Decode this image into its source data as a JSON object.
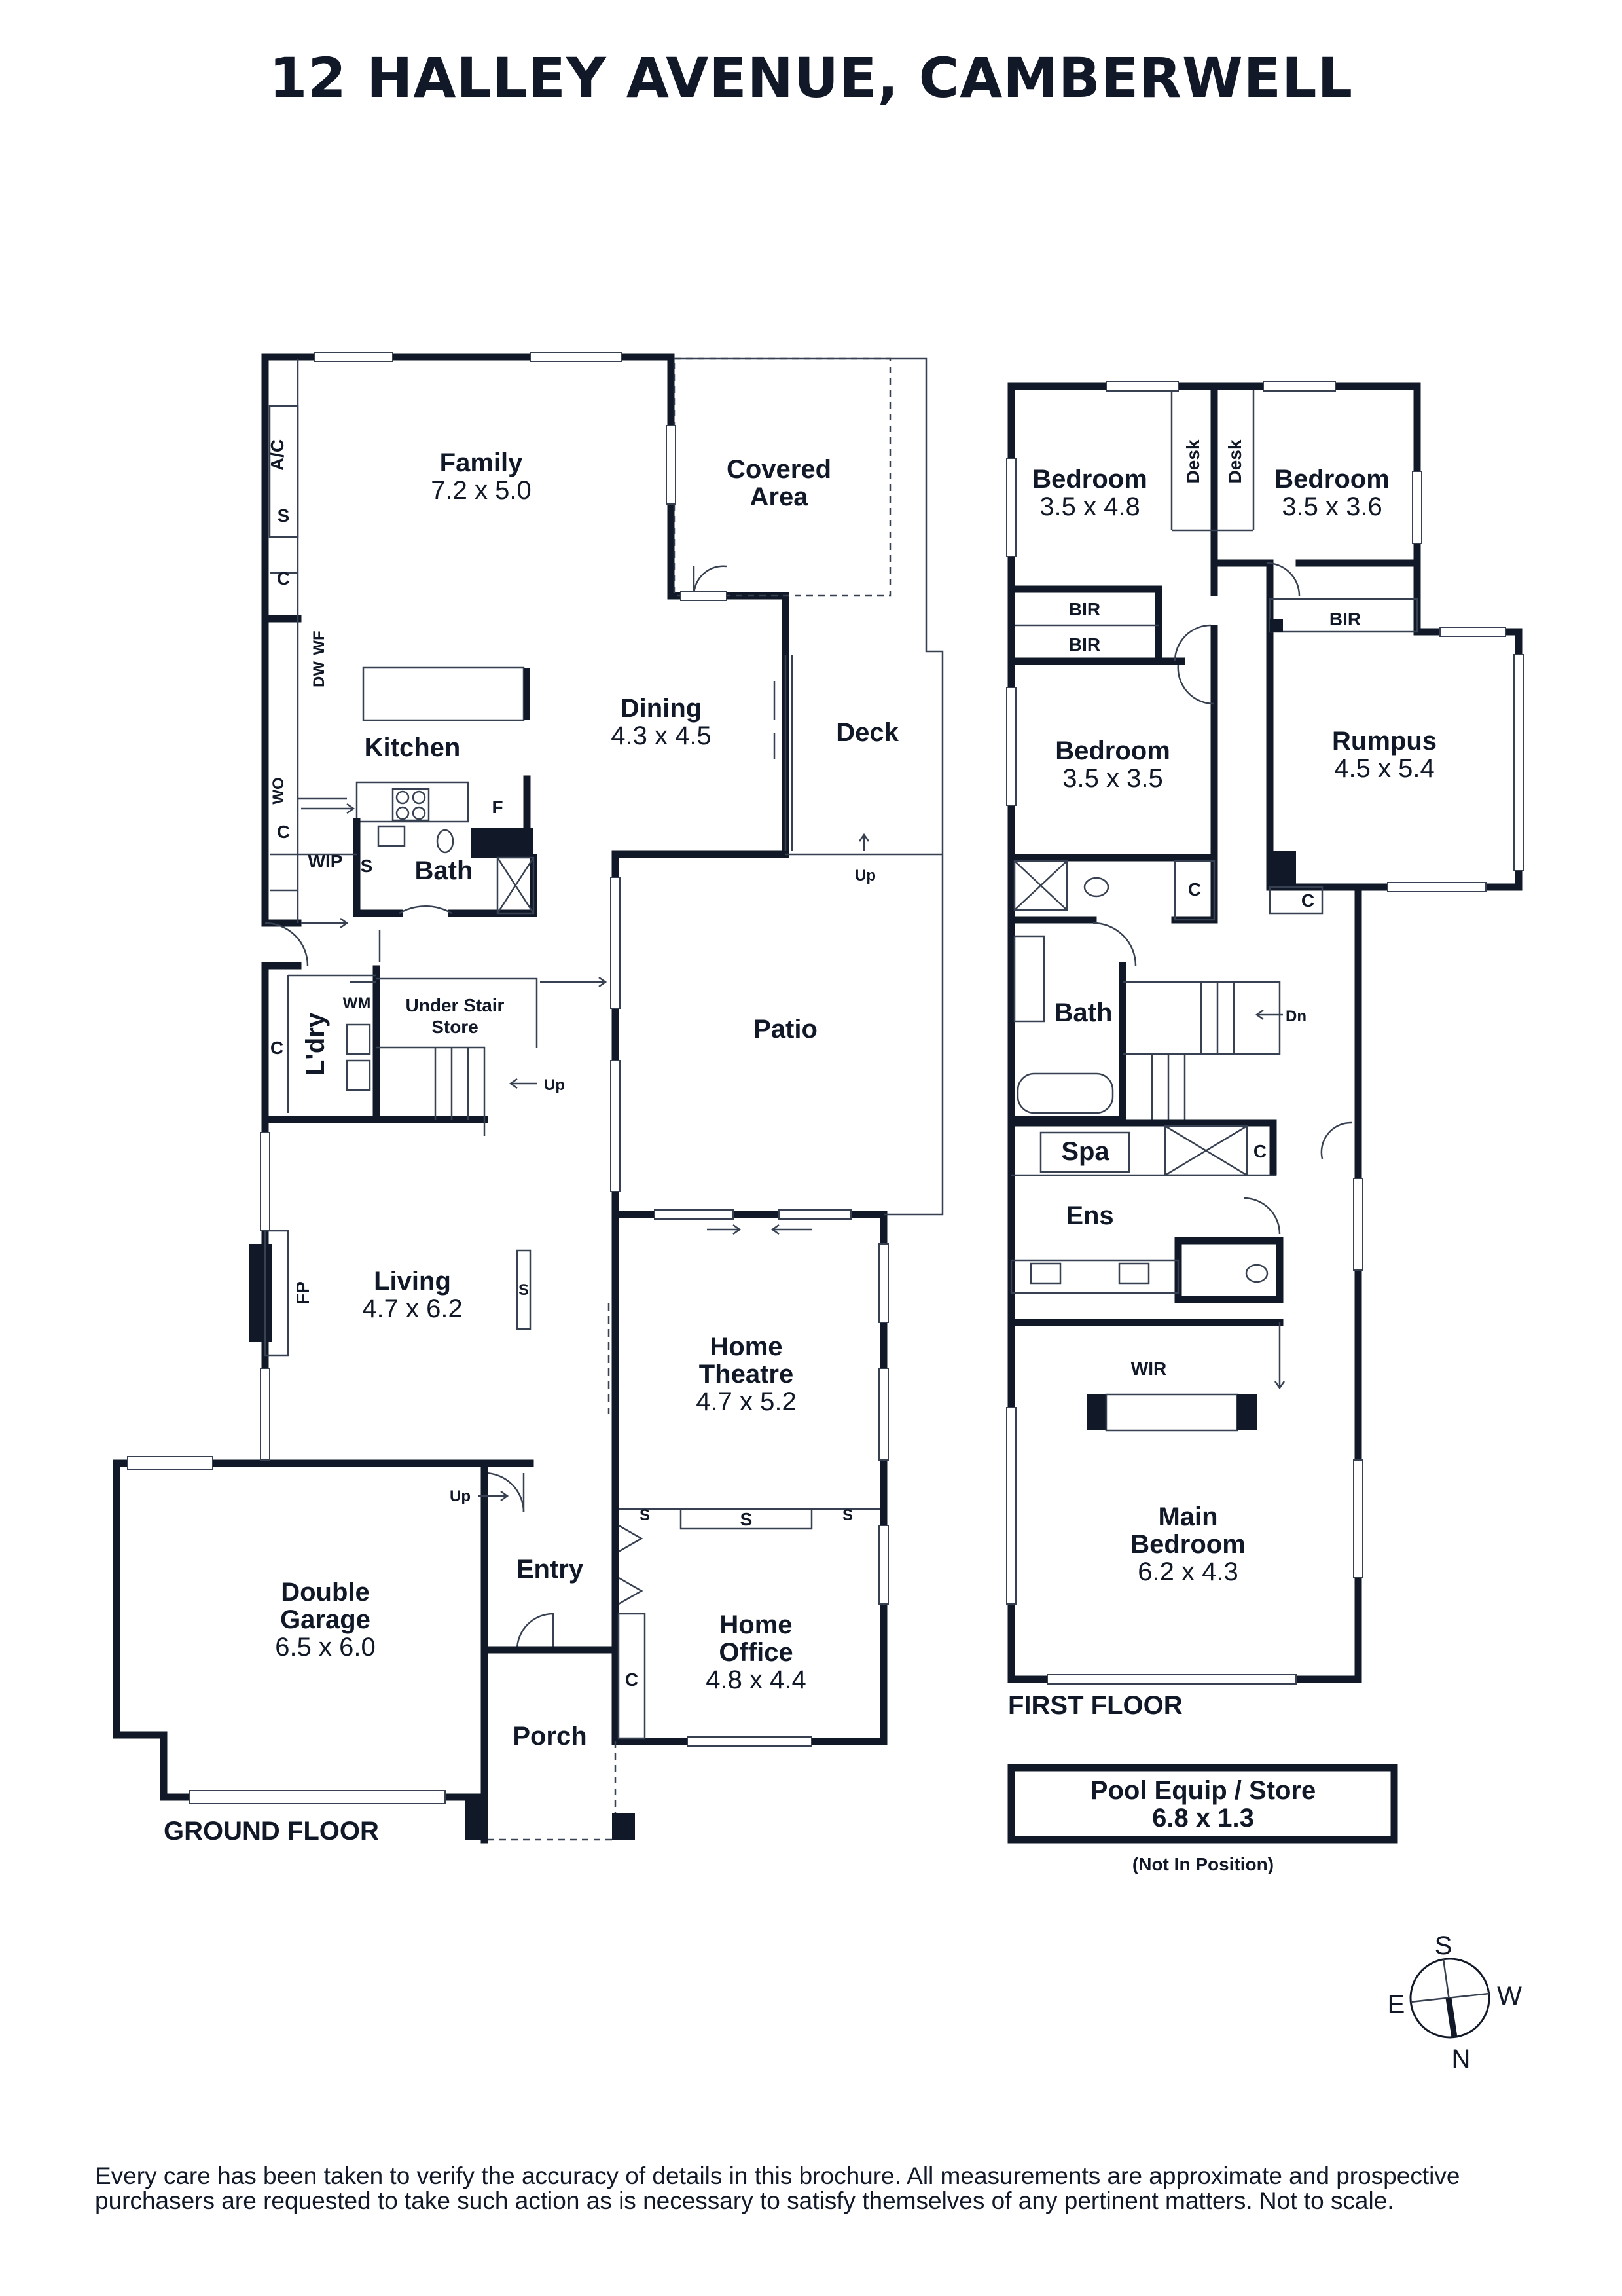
{
  "title": "12 HALLEY AVENUE, CAMBERWELL",
  "ground_floor": {
    "label": "GROUND FLOOR",
    "rooms": {
      "family": {
        "name": "Family",
        "dims": "7.2 x 5.0"
      },
      "covered_area": {
        "name1": "Covered",
        "name2": "Area"
      },
      "dining": {
        "name": "Dining",
        "dims": "4.3 x 4.5"
      },
      "deck": {
        "name": "Deck"
      },
      "kitchen": {
        "name": "Kitchen"
      },
      "wip": {
        "name": "WIP"
      },
      "bath": {
        "name": "Bath"
      },
      "laundry": {
        "name": "L'dry"
      },
      "under_stair": {
        "name1": "Under Stair",
        "name2": "Store"
      },
      "patio": {
        "name": "Patio"
      },
      "living": {
        "name": "Living",
        "dims": "4.7 x 6.2"
      },
      "home_theatre": {
        "name1": "Home",
        "name2": "Theatre",
        "dims": "4.7 x 5.2"
      },
      "double_garage": {
        "name1": "Double",
        "name2": "Garage",
        "dims": "6.5 x 6.0"
      },
      "entry": {
        "name": "Entry"
      },
      "home_office": {
        "name1": "Home",
        "name2": "Office",
        "dims": "4.8 x 4.4"
      },
      "porch": {
        "name": "Porch"
      }
    },
    "fixtures": {
      "ac": "A/C",
      "s": "S",
      "c": "C",
      "dw": "DW",
      "wf": "WF",
      "wo": "WO",
      "f": "F",
      "wm": "WM",
      "fp": "FP",
      "up": "Up"
    }
  },
  "first_floor": {
    "label": "FIRST FLOOR",
    "rooms": {
      "bedroom1": {
        "name": "Bedroom",
        "dims": "3.5 x 4.8"
      },
      "bedroom2": {
        "name": "Bedroom",
        "dims": "3.5 x 3.6"
      },
      "bedroom3": {
        "name": "Bedroom",
        "dims": "3.5 x 3.5"
      },
      "rumpus": {
        "name": "Rumpus",
        "dims": "4.5 x 5.4"
      },
      "bath": {
        "name": "Bath"
      },
      "spa": {
        "name": "Spa"
      },
      "ens": {
        "name": "Ens"
      },
      "wir": {
        "name": "WIR"
      },
      "main_bedroom": {
        "name1": "Main",
        "name2": "Bedroom",
        "dims": "6.2 x 4.3"
      }
    },
    "fixtures": {
      "desk": "Desk",
      "bir": "BIR",
      "c": "C",
      "dn": "Dn"
    }
  },
  "pool_store": {
    "name": "Pool Equip / Store",
    "dims": "6.8 x 1.3",
    "note": "(Not In Position)"
  },
  "compass": {
    "n": "N",
    "s": "S",
    "e": "E",
    "w": "W"
  },
  "disclaimer": {
    "line1": "Every care has been taken to verify the accuracy of details in this brochure. All measurements are approximate and prospective",
    "line2": "purchasers are requested to take such action as is necessary to satisfy themselves of any pertinent matters. Not to scale."
  },
  "colors": {
    "ink": "#111827",
    "thin_line": "#374151"
  }
}
